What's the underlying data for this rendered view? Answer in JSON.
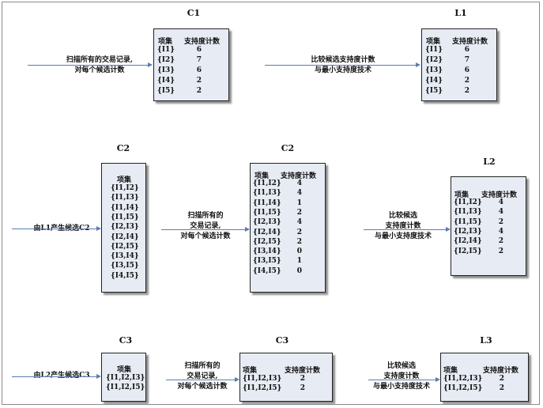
{
  "header": "项集",
  "support_header": "支持度计数",
  "labels": {
    "scan": [
      "扫描所有的交易记录,",
      "对每个候选计数"
    ],
    "scan2": [
      "扫描所有的",
      "交易记录,",
      "对每个候选计数"
    ],
    "compare": [
      "比较候选支持度计数",
      "与最小支持度技术"
    ],
    "compare2": [
      "比较候选",
      "支持度计数",
      "与最小支持度技术"
    ],
    "gen_c2": "由L1产生候选C2",
    "gen_c3": "由L2产生候选C3"
  },
  "tables": {
    "c1": {
      "title": "C1",
      "rows": [
        {
          "item": "{I1}",
          "count": "6"
        },
        {
          "item": "{I2}",
          "count": "7"
        },
        {
          "item": "{I3}",
          "count": "6"
        },
        {
          "item": "{I4}",
          "count": "2"
        },
        {
          "item": "{I5}",
          "count": "2"
        }
      ]
    },
    "l1": {
      "title": "L1",
      "rows": [
        {
          "item": "{I1}",
          "count": "6"
        },
        {
          "item": "{I2}",
          "count": "7"
        },
        {
          "item": "{I3}",
          "count": "6"
        },
        {
          "item": "{I4}",
          "count": "2"
        },
        {
          "item": "{I5}",
          "count": "2"
        }
      ]
    },
    "c2a": {
      "title": "C2",
      "items": [
        "{I1,I2}",
        "{I1,I3}",
        "{I1,I4}",
        "{I1,I5}",
        "{I2,I3}",
        "{I2,I4}",
        "{I2,I5}",
        "{I3,I4}",
        "{I3,I5}",
        "{I4,I5}"
      ]
    },
    "c2b": {
      "title": "C2",
      "rows": [
        {
          "item": "{I1,I2}",
          "count": "4"
        },
        {
          "item": "{I1,I3}",
          "count": "4"
        },
        {
          "item": "{I1,I4}",
          "count": "1"
        },
        {
          "item": "{I1,I5}",
          "count": "2"
        },
        {
          "item": "{I2,I3}",
          "count": "4"
        },
        {
          "item": "{I2,I4}",
          "count": "2"
        },
        {
          "item": "{I2,I5}",
          "count": "2"
        },
        {
          "item": "{I3,I4}",
          "count": "0"
        },
        {
          "item": "{I3,I5}",
          "count": "1"
        },
        {
          "item": "{I4,I5}",
          "count": "0"
        }
      ]
    },
    "l2": {
      "title": "L2",
      "rows": [
        {
          "item": "{I1,I2}",
          "count": "4"
        },
        {
          "item": "{I1,I3}",
          "count": "4"
        },
        {
          "item": "{I1,I5}",
          "count": "2"
        },
        {
          "item": "{I2,I3}",
          "count": "4"
        },
        {
          "item": "{I2,I4}",
          "count": "2"
        },
        {
          "item": "{I2,I5}",
          "count": "2"
        }
      ]
    },
    "c3a": {
      "title": "C3",
      "items": [
        "{I1,I2,I3}",
        "{I1,I2,I5}"
      ]
    },
    "c3b": {
      "title": "C3",
      "rows": [
        {
          "item": "{I1,I2,I3}",
          "count": "2"
        },
        {
          "item": "{I1,I2,I5}",
          "count": "2"
        }
      ]
    },
    "l3": {
      "title": "L3",
      "rows": [
        {
          "item": "{I1,I2,I3}",
          "count": "2"
        },
        {
          "item": "{I1,I2,I5}",
          "count": "2"
        }
      ]
    }
  }
}
